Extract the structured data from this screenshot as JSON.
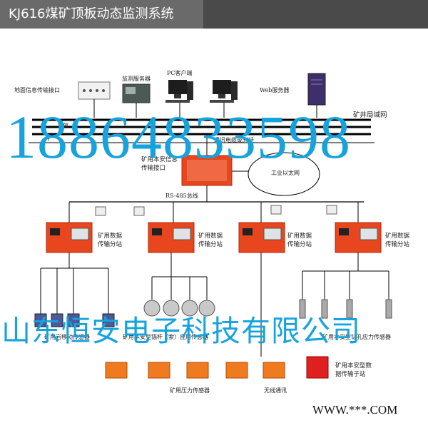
{
  "header": {
    "title": "KJ616煤矿顶板动态监测系统"
  },
  "top_labels": {
    "ground_interface": "地面信息传输接口",
    "monitor_server": "监测服务器",
    "pc_client": "PC客户端",
    "web_server": "Web服务器",
    "mine_lan": "矿井局域网",
    "left_partial": "井",
    "left_partial2": "上部",
    "comm_cable": "通讯电缆或光纤",
    "interface_box": "矿用本安信息传输接口",
    "ethernet": "工业以太网",
    "bus": "RS-485总线"
  },
  "substation_label": "矿用数据传输分站",
  "bottom_labels": {
    "rock_sensor": "矿用岩移动传感器",
    "anchor_sensor": "矿用本安型锚杆（索）应用传感器",
    "drill_sensor": "矿用本安型钻孔应力传感器",
    "pressure_sensor": "矿用压力传感器",
    "wireless": "无线通讯",
    "data_substation": "矿用本安型数据传输子站"
  },
  "watermark": {
    "phone": "18864833598",
    "company": "山东恒安电子科技有限公司"
  },
  "footer": {
    "url": "WWW.***.COM"
  },
  "colors": {
    "header_bg": "#4a4a4a",
    "header_tab": "#6a6a6a",
    "device_red": "#e8461e",
    "watermark_blue": "#16a3dd"
  }
}
